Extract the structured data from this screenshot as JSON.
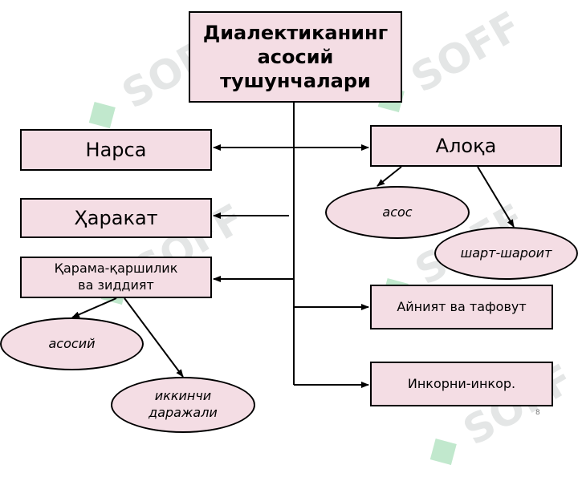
{
  "title": "Диалектиканинг\nасосий\nтушунчалари",
  "left": {
    "narsa": "Нарса",
    "harakat": "Ҳаракат",
    "qarama": "Қарама-қаршилик\nва зиддият",
    "qarama_children": [
      "асосий",
      "иккинчи\nдаражали"
    ]
  },
  "right": {
    "aloqa": "Алоқа",
    "aloqa_children": [
      "асос",
      "шарт-шароит"
    ],
    "ayniyat": "Айният ва тафовут",
    "inkorni": "Инкорни-инкор."
  },
  "watermark": "SOFF",
  "page_number": "8",
  "colors": {
    "box_fill": "#f4dde4",
    "border": "#000000"
  }
}
